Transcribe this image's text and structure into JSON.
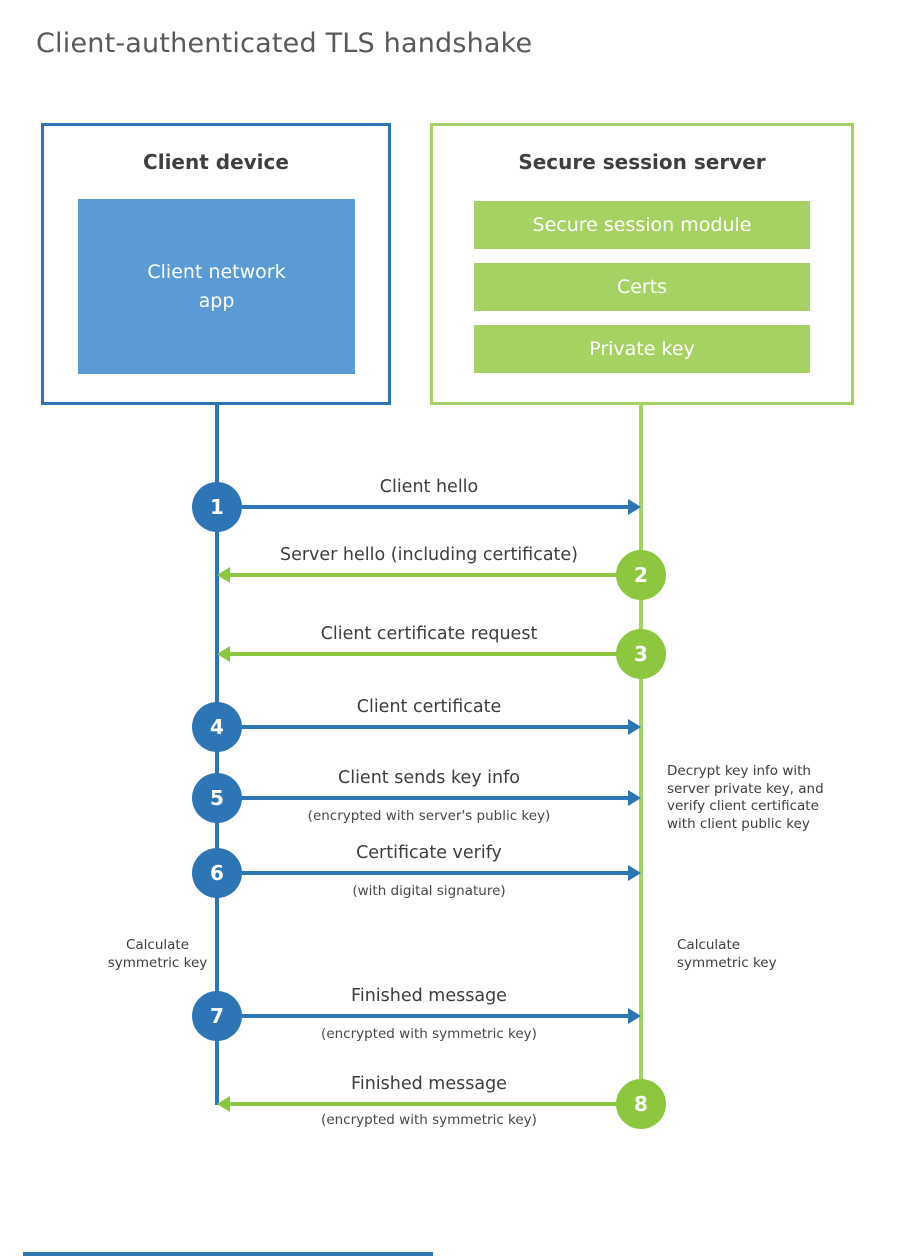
{
  "title": "Client-authenticated TLS handshake",
  "client": {
    "header": "Client device",
    "app_label": "Client network app"
  },
  "server": {
    "header": "Secure session server",
    "modules": [
      "Secure session module",
      "Certs",
      "Private key"
    ]
  },
  "steps": [
    {
      "number": "1",
      "label": "Client hello"
    },
    {
      "number": "2",
      "label": "Server hello (including certificate)"
    },
    {
      "number": "3",
      "label": "Client certificate request"
    },
    {
      "number": "4",
      "label": "Client certificate"
    },
    {
      "number": "5",
      "label": "Client sends key info",
      "sub": "(encrypted with server's public key)"
    },
    {
      "number": "6",
      "label": "Certificate verify",
      "sub": "(with digital signature)"
    },
    {
      "number": "7",
      "label": "Finished message",
      "sub": "(encrypted with symmetric key)"
    },
    {
      "number": "8",
      "label": "Finished message",
      "sub": "(encrypted with symmetric key)"
    }
  ],
  "annotations": {
    "decrypt_note": "Decrypt key info with server private key, and verify client certificate with client public key",
    "client_calc": "Calculate symmetric key",
    "server_calc": "Calculate symmetric key"
  },
  "colors": {
    "blue": "#2e75b6",
    "blue_fill": "#5b9bd5",
    "green_accent": "#8dc63f",
    "green_fill": "#a6d264"
  }
}
